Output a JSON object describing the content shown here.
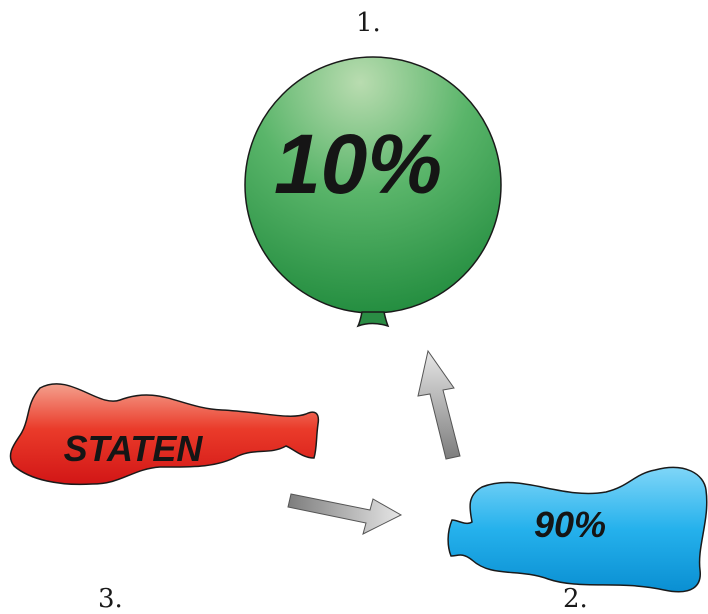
{
  "steps": {
    "one": {
      "number": "1.",
      "balloon_text": "10%",
      "color": "#2e9a4a"
    },
    "two": {
      "number": "2.",
      "balloon_text": "90%",
      "color": "#1aa8e8"
    },
    "three": {
      "number": "3.",
      "balloon_text": "STATEN",
      "color": "#e01a1a"
    }
  },
  "arrows": [
    "three-to-two",
    "two-to-one"
  ]
}
